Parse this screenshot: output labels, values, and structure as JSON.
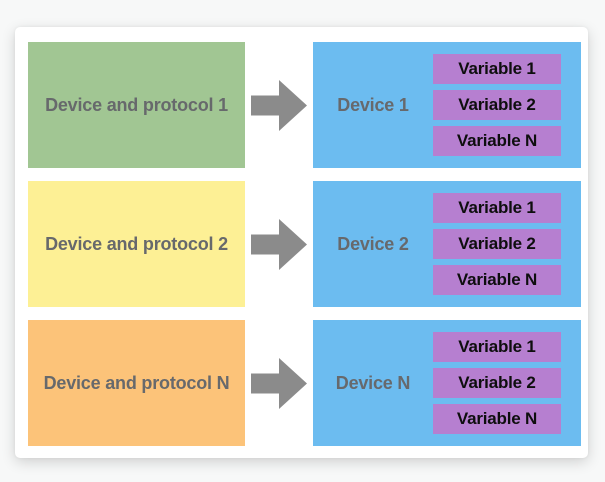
{
  "colors": {
    "page_bg": "#f7f8f8",
    "card_bg": "#ffffff",
    "source_1_bg": "#a1c693",
    "source_2_bg": "#fdf095",
    "source_3_bg": "#fcc379",
    "dest_bg": "#6cbcf0",
    "variable_bg": "#b67fd0",
    "arrow": "#8b8b8b",
    "label_text": "#67696c",
    "variable_text": "#0e0e0e"
  },
  "rows": [
    {
      "source_label": "Device and protocol 1",
      "device_label": "Device 1",
      "variables": [
        "Variable 1",
        "Variable 2",
        "Variable N"
      ]
    },
    {
      "source_label": "Device and protocol 2",
      "device_label": "Device 2",
      "variables": [
        "Variable 1",
        "Variable 2",
        "Variable N"
      ]
    },
    {
      "source_label": "Device and protocol N",
      "device_label": "Device N",
      "variables": [
        "Variable 1",
        "Variable 2",
        "Variable N"
      ]
    }
  ]
}
